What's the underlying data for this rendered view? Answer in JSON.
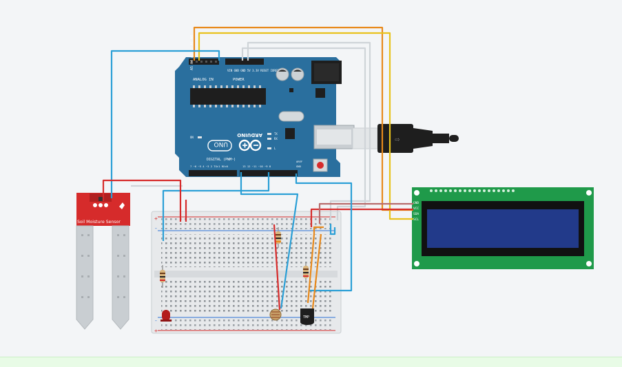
{
  "arduino": {
    "brand": "ARDUINO",
    "model": "UNO",
    "analog_label": "ANALOG IN",
    "power_label": "POWER",
    "digital_label": "DIGITAL (PWM~)",
    "on_label": "ON",
    "tx_label": "TX",
    "rx_label": "RX",
    "l_label": "L",
    "aref_label": "AREF",
    "gnd_label": "GND",
    "analog_pins": "A5 A4 A3 A2 A1 A0",
    "power_pins": "VIN GND GND 5V 3.3V RESET IOREF",
    "digital_pins_a": "7 ~6 ~5 4 ~3 2 TX▸1 RX◂0",
    "digital_pins_b": "13 12 ~11 ~10 ~9 8"
  },
  "soil_sensor": {
    "label": "Soil Moisture Sensor"
  },
  "lcd": {
    "pins": [
      "GND",
      "VCC",
      "SDA",
      "SCL"
    ]
  },
  "tmp_sensor": {
    "label": "TMP"
  },
  "breadboard": {
    "plus": "+",
    "minus": "-"
  },
  "colors": {
    "arduino": "#2a6f9e",
    "wire_blue": "#2a9fd6",
    "wire_orange": "#e8891b",
    "wire_yellow": "#e8c21b",
    "wire_red": "#d62b2b",
    "wire_gray": "#cfd4d8",
    "lcd_pcb": "#1f9a4a",
    "lcd_screen": "#223a8a",
    "sensor_red": "#d62b2b"
  }
}
